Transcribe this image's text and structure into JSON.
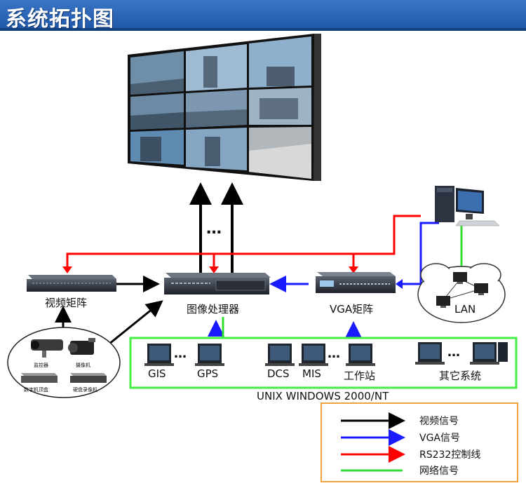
{
  "page": {
    "title": "系统拓扑图"
  },
  "nodes": {
    "video_matrix": "视频矩阵",
    "image_processor": "图像处理器",
    "vga_matrix": "VGA矩阵",
    "lan": "LAN",
    "ellipsis": "…",
    "network": {
      "clients": [
        "GIS",
        "GPS",
        "DCS",
        "MIS",
        "工作站",
        "其它系统"
      ],
      "os": "UNIX WINDOWS 2000/NT"
    },
    "cameras": [
      "监控器",
      "摄像机",
      "数字机顶盒",
      "硬盘录像机"
    ]
  },
  "legend": [
    {
      "label": "视频信号",
      "color": "#000000"
    },
    {
      "label": "VGA信号",
      "color": "#1a1aff"
    },
    {
      "label": "RS232控制线",
      "color": "#ff0000"
    },
    {
      "label": "网络信号",
      "color": "#33dd33"
    }
  ],
  "colors": {
    "banner": "#2a63b4",
    "network_box": "#44ee44",
    "legend_border": "#f2a23a"
  }
}
